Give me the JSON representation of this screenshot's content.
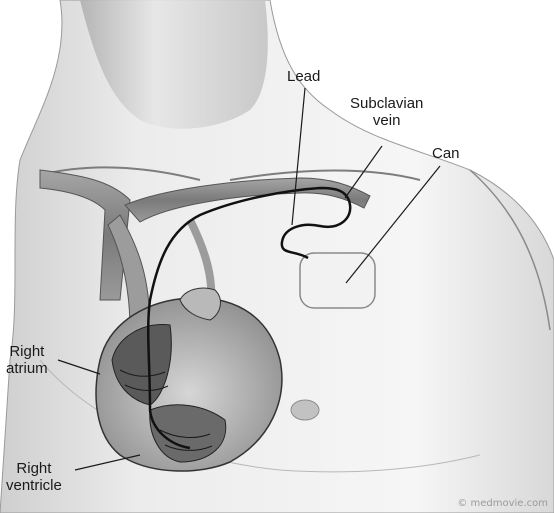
{
  "labels": {
    "lead": "Lead",
    "subclavian_vein": [
      "Subclavian",
      "vein"
    ],
    "can": "Can",
    "right_atrium": [
      "Right",
      "atrium"
    ],
    "right_ventricle": [
      "Right",
      "ventricle"
    ]
  },
  "credit": "© medmovie.com",
  "colors": {
    "ink": "#1a1a1a",
    "skin_shade": "#bdbdbd",
    "vein_fill": "#8c8c8c",
    "lead_wire": "#111111"
  }
}
